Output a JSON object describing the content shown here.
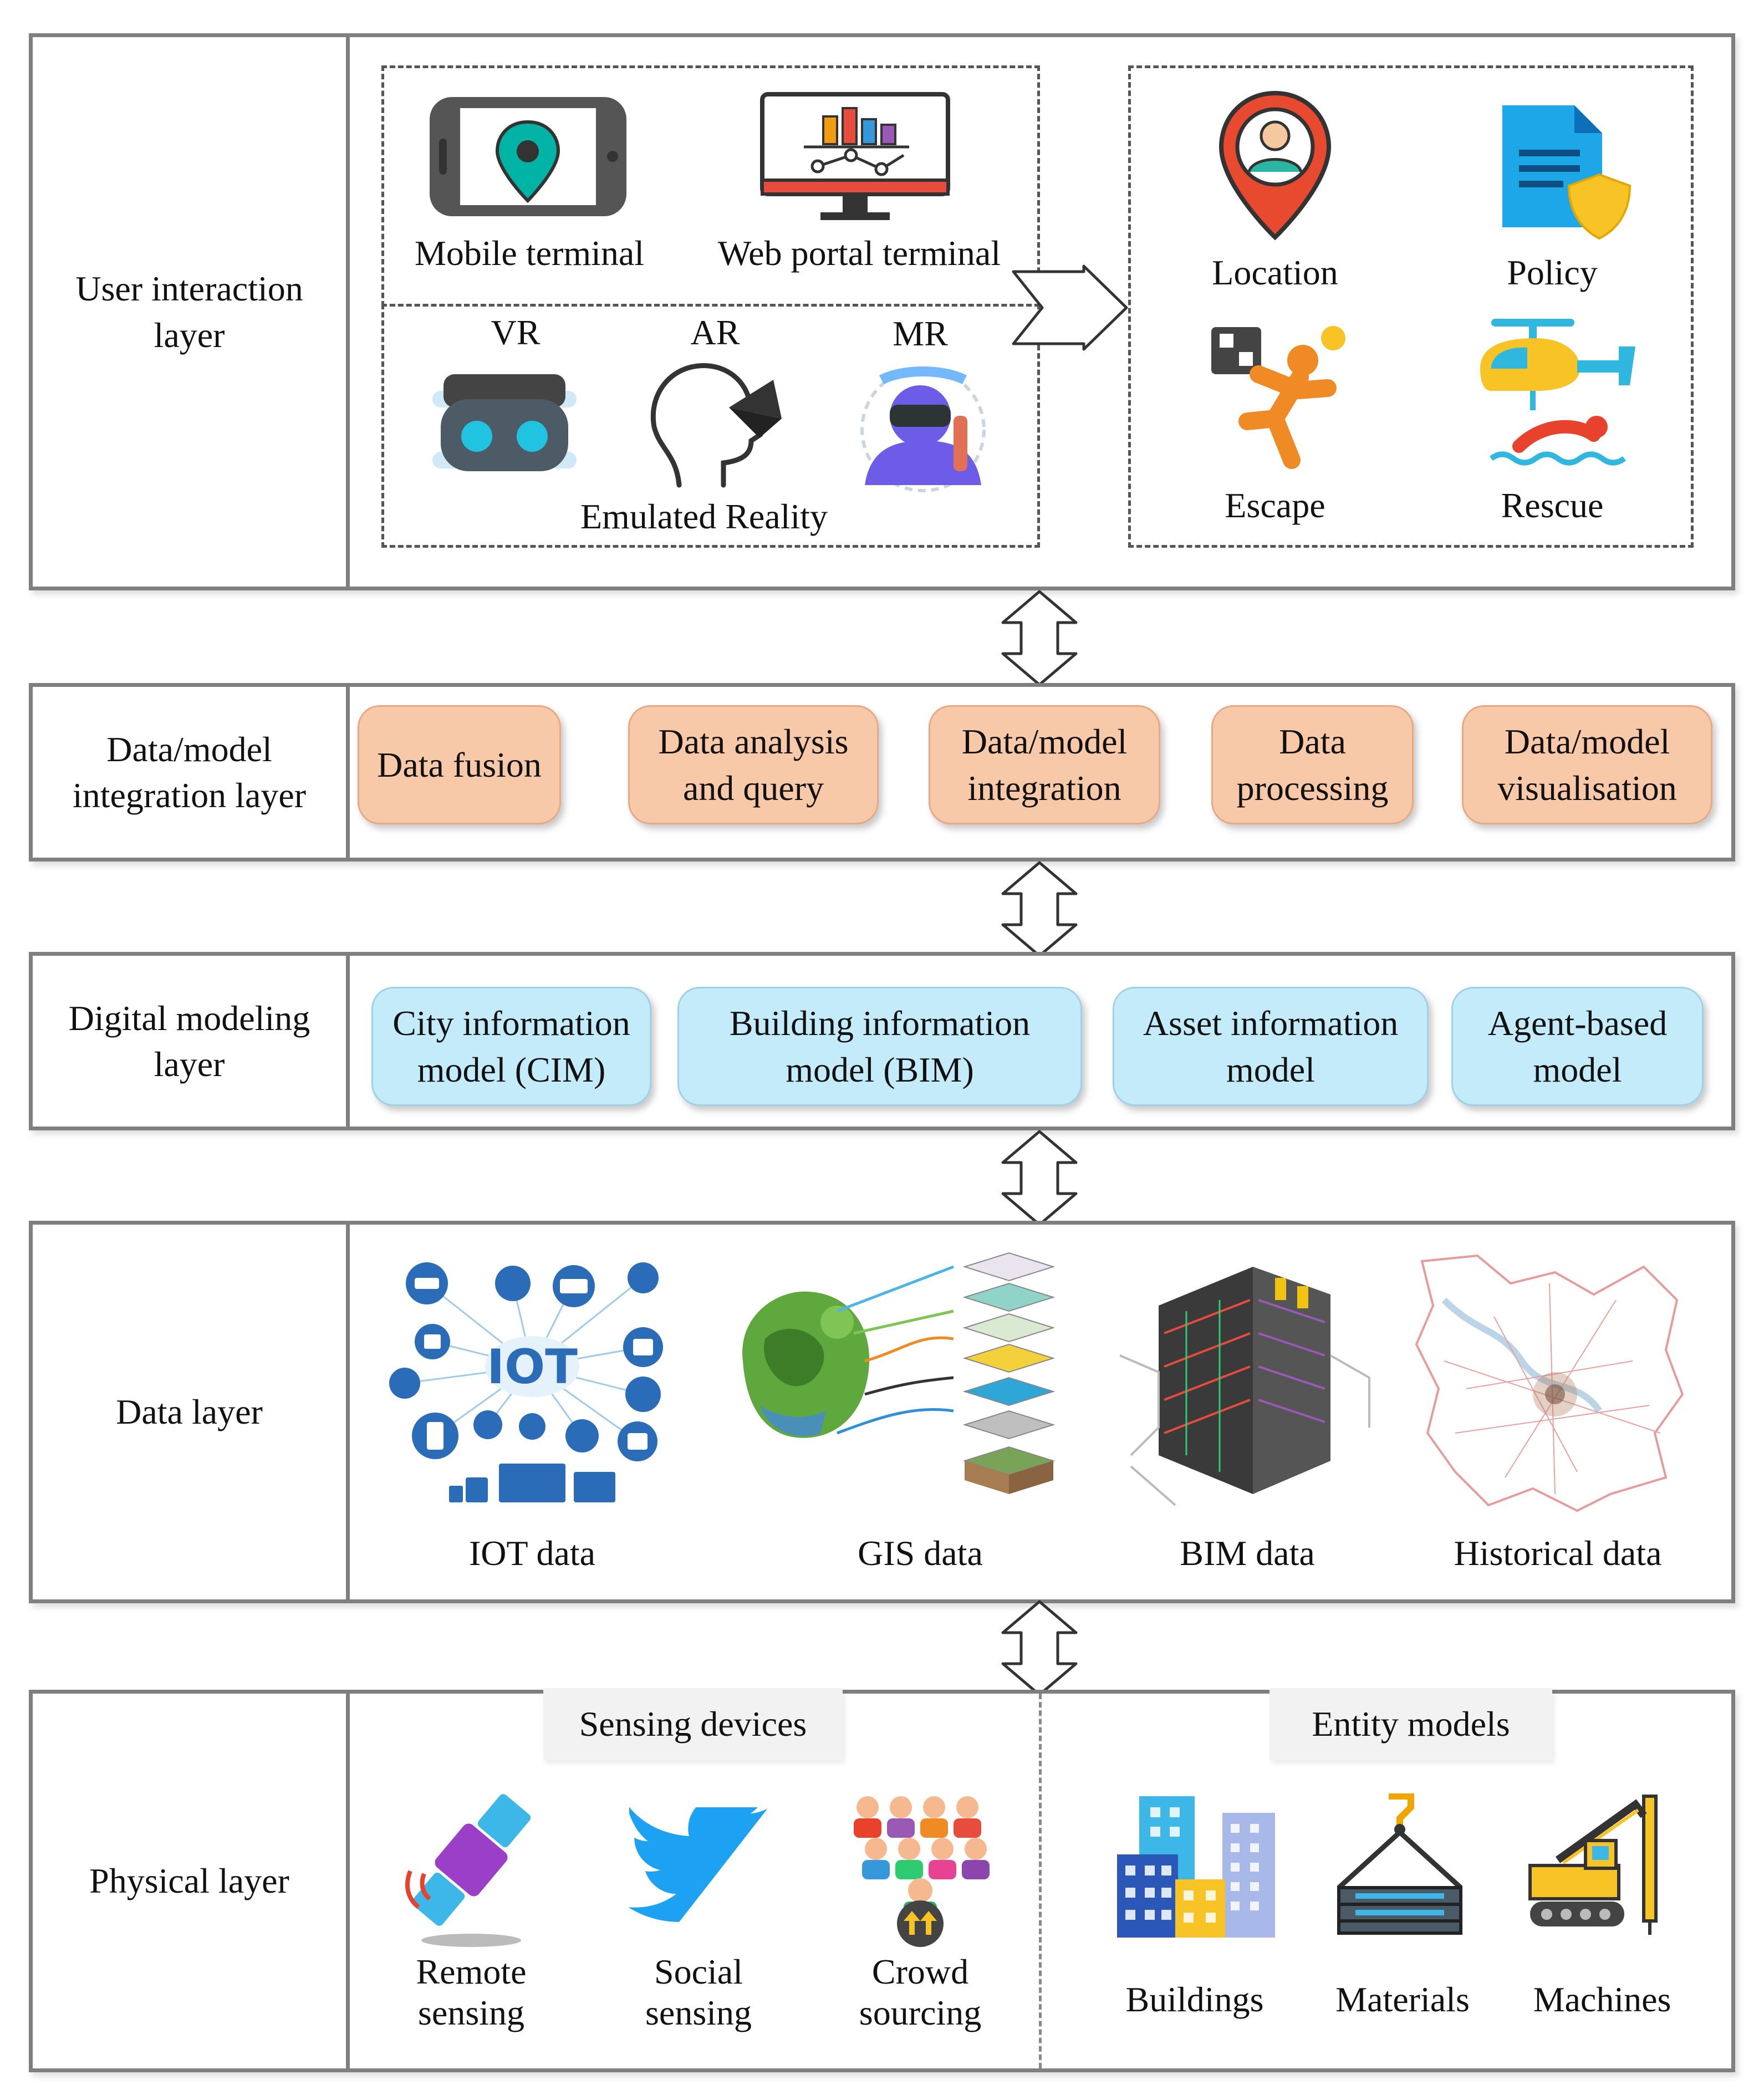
{
  "layers": {
    "user_interaction": "User interaction\nlayer",
    "integration": "Data/model\nintegration layer",
    "modeling": "Digital modeling\nlayer",
    "data": "Data layer",
    "physical": "Physical layer"
  },
  "user": {
    "mobile": "Mobile terminal",
    "web": "Web portal terminal",
    "vr": "VR",
    "ar": "AR",
    "mr": "MR",
    "emulated": "Emulated Reality",
    "location": "Location",
    "policy": "Policy",
    "escape": "Escape",
    "rescue": "Rescue"
  },
  "integration": {
    "items": [
      "Data fusion",
      "Data analysis\nand query",
      "Data/model\nintegration",
      "Data\nprocessing",
      "Data/model\nvisualisation"
    ]
  },
  "modeling": {
    "items": [
      "City information\nmodel (CIM)",
      "Building information\nmodel (BIM)",
      "Asset information\nmodel",
      "Agent-based\nmodel"
    ]
  },
  "data": {
    "items": [
      "IOT data",
      "GIS data",
      "BIM data",
      "Historical data"
    ],
    "iot_logo": "IOT"
  },
  "physical": {
    "sensing_title": "Sensing devices",
    "entity_title": "Entity models",
    "remote": "Remote\nsensing",
    "social": "Social\nsensing",
    "crowd": "Crowd\nsourcing",
    "buildings": "Buildings",
    "materials": "Materials",
    "machines": "Machines"
  },
  "colors": {
    "border": "#7f7f7f",
    "orange_box": "#f8c9a8",
    "blue_box": "#c4ebfa",
    "label_bg": "#f2f2f2"
  }
}
